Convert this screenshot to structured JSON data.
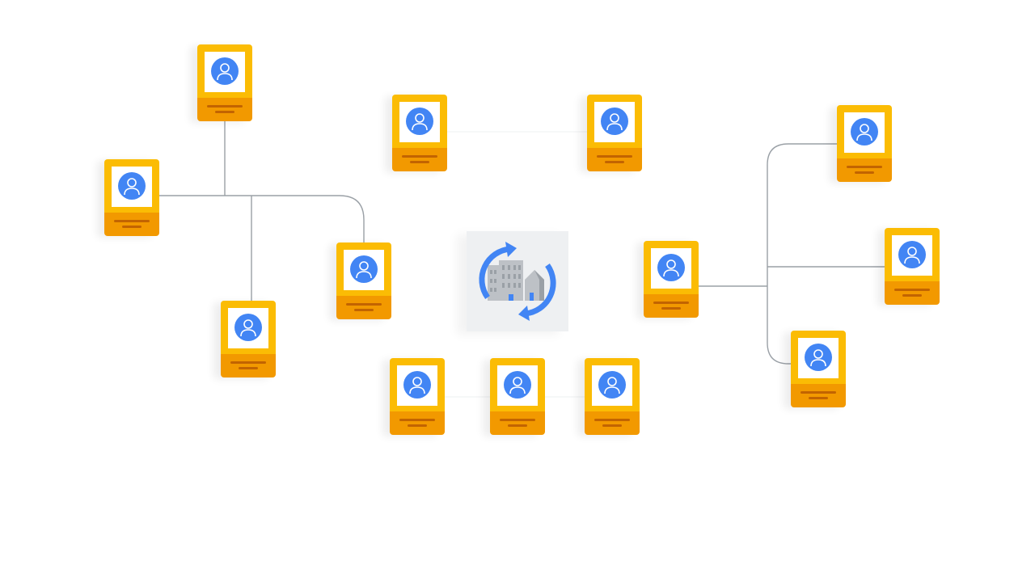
{
  "colors": {
    "card_top": "#FBBC04",
    "card_bottom": "#F29900",
    "card_bar": "#C26401",
    "avatar": "#4285F4",
    "avatar_line": "#ffffff",
    "connector": "#9aa0a6",
    "hub_bg": "#eef0f2",
    "hub_arrow": "#4285F4",
    "building": "#bdc1c6",
    "building_dark": "#9aa0a6",
    "door": "#4285F4"
  },
  "icons": {
    "card": "person-card-icon",
    "avatar": "person-icon",
    "hub": "building-sync-icon"
  },
  "groups": {
    "left_tree": [
      "person-card-1",
      "person-card-2",
      "person-card-3",
      "person-card-4"
    ],
    "center": [
      "person-card-5",
      "person-card-6",
      "person-card-7",
      "person-card-8",
      "person-card-9"
    ],
    "right_tree": [
      "person-card-10",
      "person-card-11",
      "person-card-12",
      "person-card-13"
    ]
  }
}
